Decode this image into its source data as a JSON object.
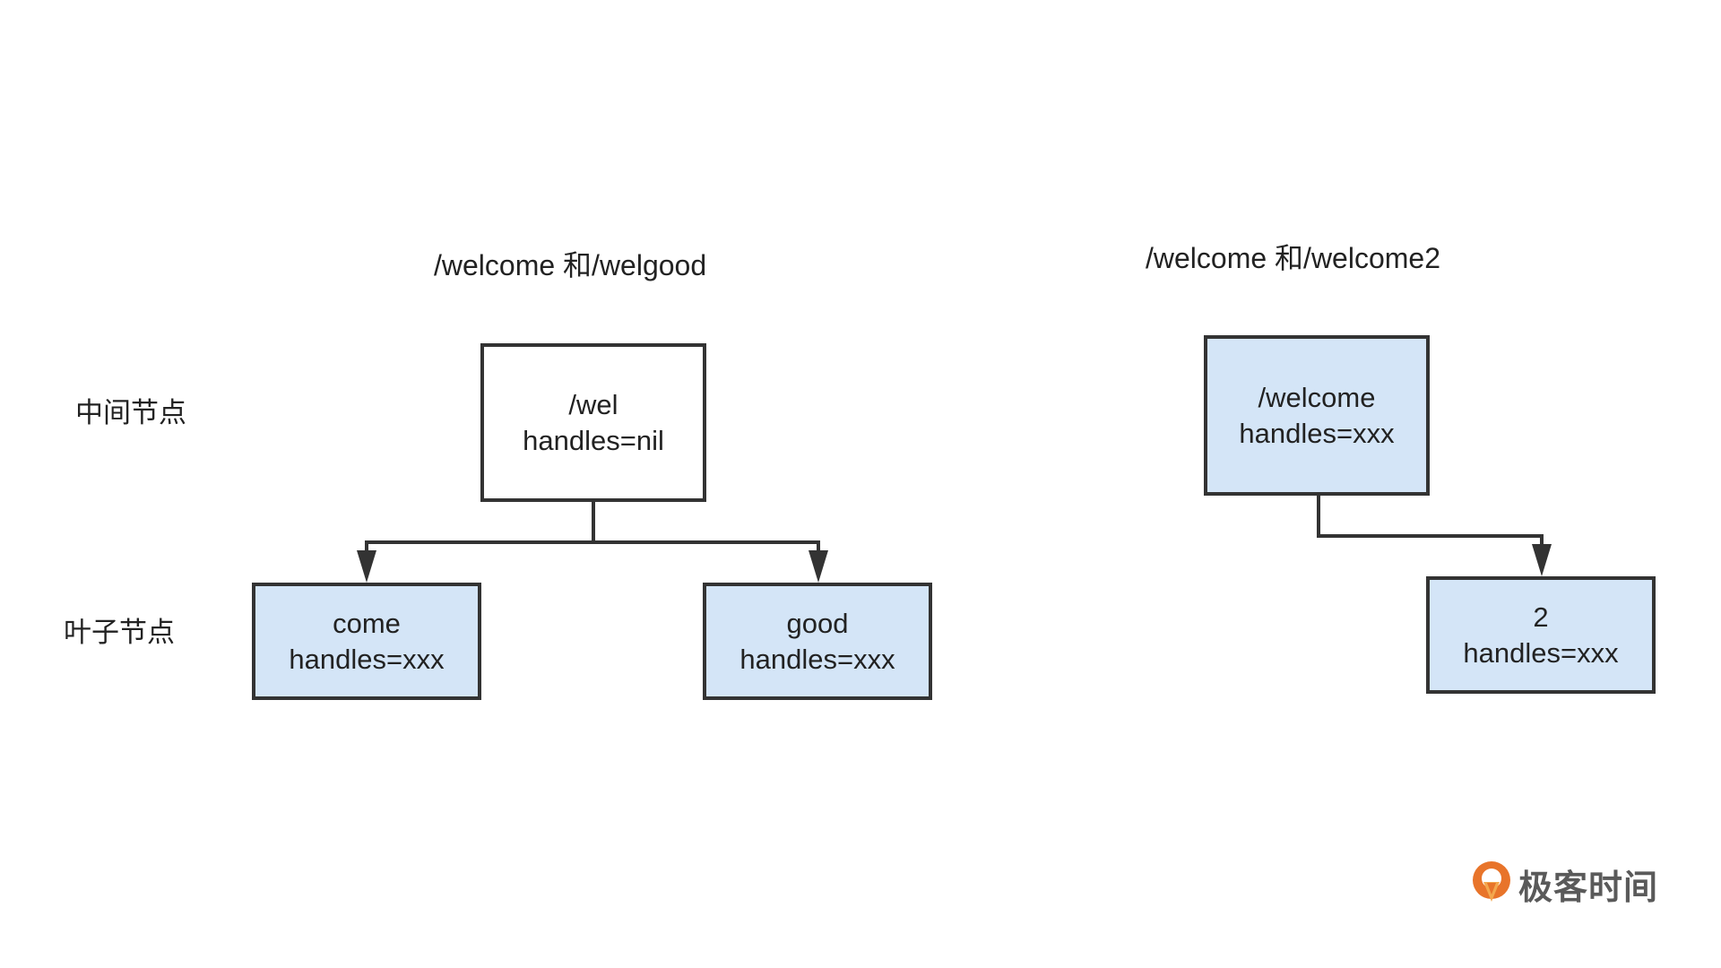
{
  "captions": {
    "left": "/welcome 和/welgood",
    "right": "/welcome 和/welcome2"
  },
  "row_labels": {
    "intermediate": "中间节点",
    "leaf": "叶子节点"
  },
  "tree_left": {
    "root": {
      "line1": "/wel",
      "line2": "handles=nil"
    },
    "child_left": {
      "line1": "come",
      "line2": "handles=xxx"
    },
    "child_right": {
      "line1": "good",
      "line2": "handles=xxx"
    }
  },
  "tree_right": {
    "root": {
      "line1": "/welcome",
      "line2": "handles=xxx"
    },
    "child": {
      "line1": "2",
      "line2": "handles=xxx"
    }
  },
  "logo": {
    "text": "极客时间",
    "mark_icon": "geektime-logo-icon",
    "colors": {
      "outer": "#e8742a",
      "inner": "#f3a84e",
      "text": "#5a5a5a"
    }
  },
  "colors": {
    "leaf_fill": "#d4e5f7",
    "border": "#333333"
  }
}
